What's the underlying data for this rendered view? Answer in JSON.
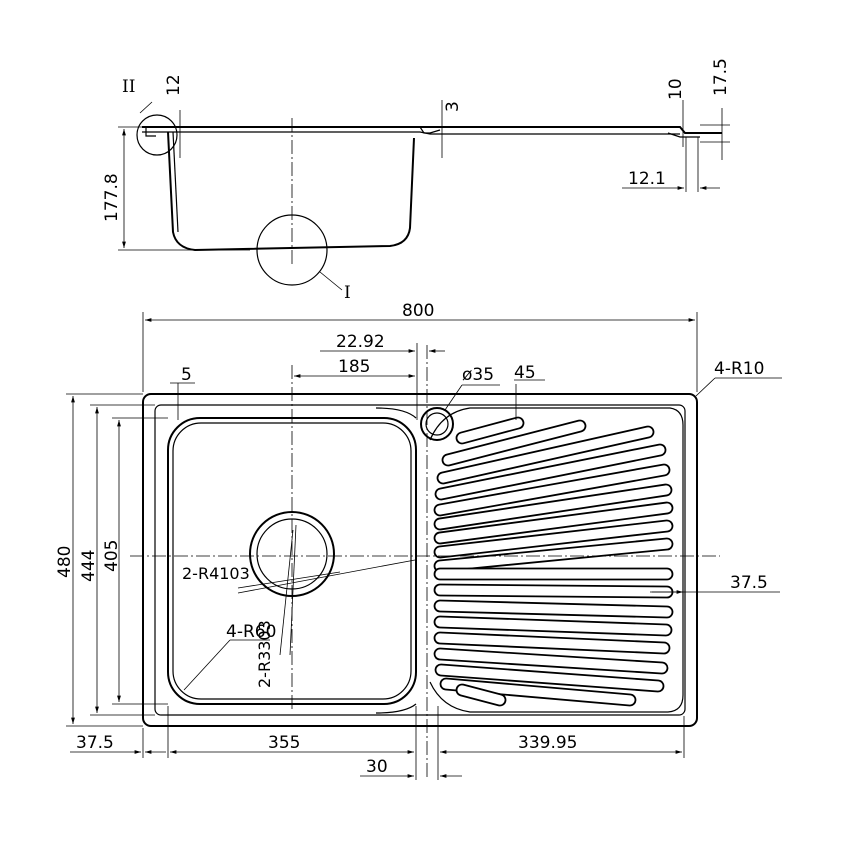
{
  "section_view": {
    "detail_ii": "II",
    "detail_i": "I",
    "dims": {
      "lip_12": "12",
      "depth_177_8": "177.8",
      "step_3": "3",
      "edge_10": "10",
      "edge_17_5": "17.5",
      "edge_12_1": "12.1"
    }
  },
  "plan_view": {
    "dims": {
      "overall_width": "800",
      "overflow_offset": "22.92",
      "drain_offset": "185",
      "overflow_dia": "ø35",
      "groove_angle": "45",
      "corner_radius": "4-R10",
      "rim_5": "5",
      "bowl_radius_large": "2-R4103",
      "bowl_radius_mid": "2-R3303",
      "bowl_corner": "4-R60",
      "overall_height": "480",
      "inner_height": "444",
      "bowl_height": "405",
      "drainer_offset": "37.5",
      "left_margin": "37.5",
      "bowl_width": "355",
      "divider": "30",
      "drainer_width": "339.95"
    }
  }
}
